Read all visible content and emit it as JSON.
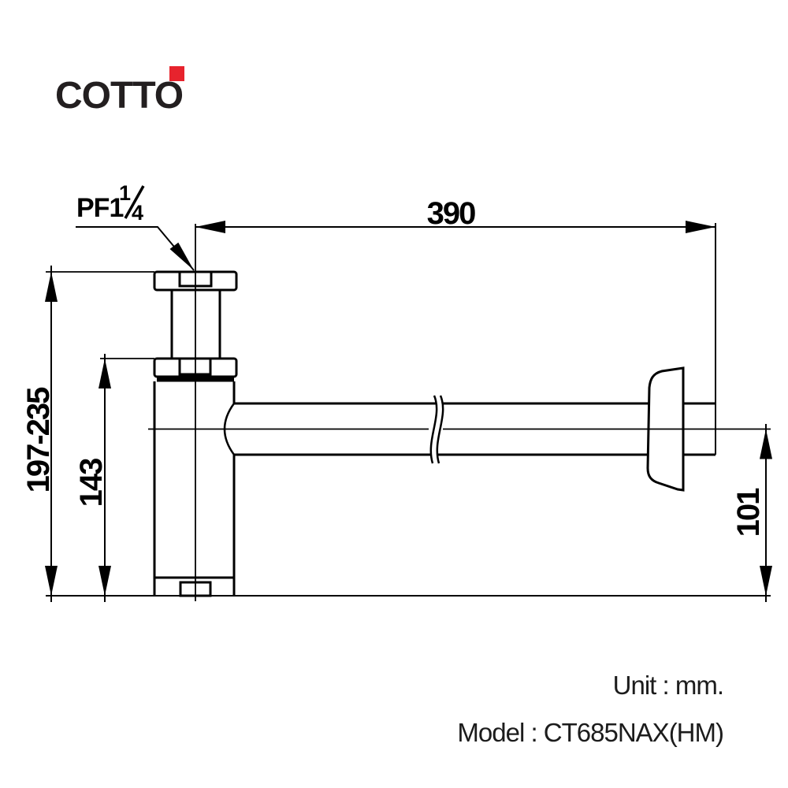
{
  "brand": {
    "name": "COTTO",
    "accent_color": "#e7232d",
    "text_color": "#231f20"
  },
  "drawing": {
    "line_color": "#000000",
    "background_color": "#ffffff"
  },
  "annotations": {
    "thread": {
      "prefix": "PF1",
      "numerator": "1",
      "denominator": "4"
    },
    "dim_width": "390",
    "dim_total_height": "197-235",
    "dim_body_height": "143",
    "dim_outlet_height": "101"
  },
  "footer": {
    "unit": "Unit : mm.",
    "model": "Model : CT685NAX(HM)"
  }
}
